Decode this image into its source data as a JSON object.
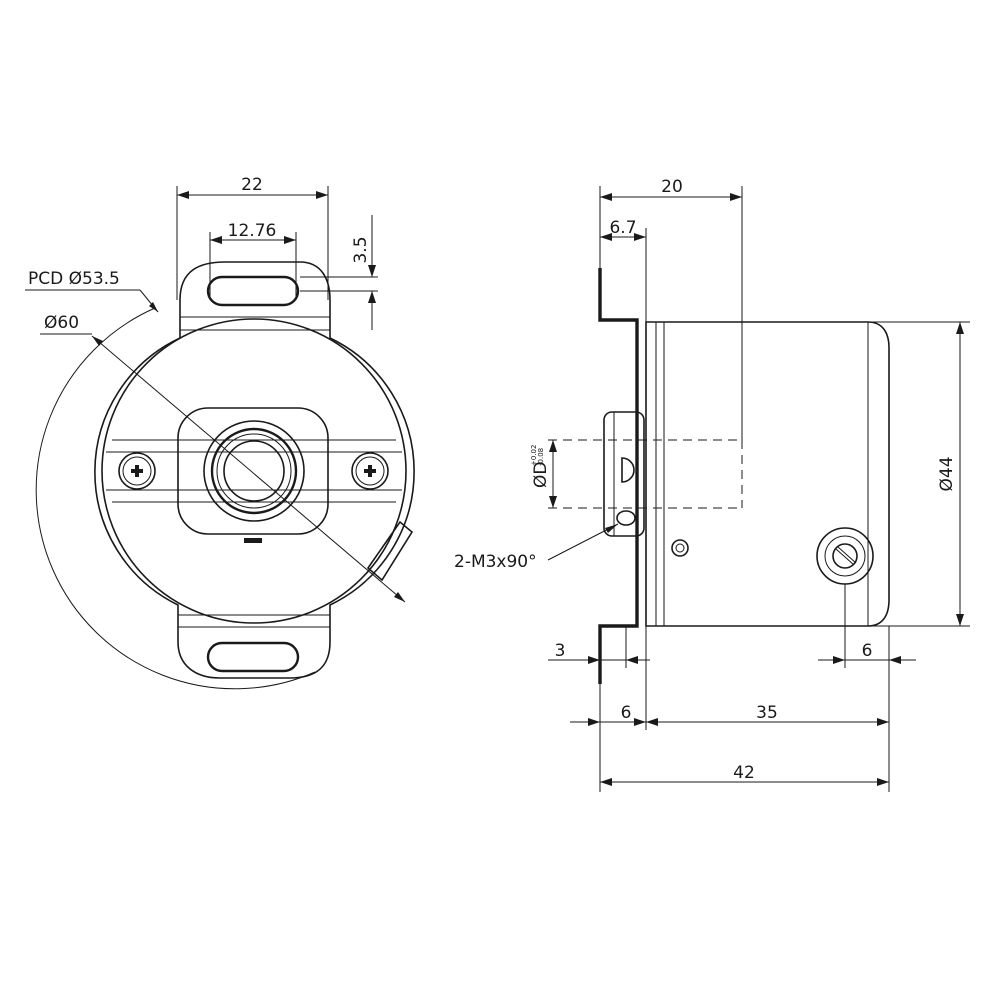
{
  "front_view": {
    "dim_22": "22",
    "dim_12_76": "12.76",
    "dim_3_5": "3.5",
    "pcd_label": "PCD Ø53.5",
    "dia_60_label": "Ø60"
  },
  "side_view": {
    "dim_20": "20",
    "dim_6_7": "6.7",
    "bore_label": "ØD",
    "bore_tol_upper": "+0.02",
    "bore_tol_lower": "-0.08",
    "screw_label": "2-M3x90°",
    "dim_44": "Ø44",
    "dim_3": "3",
    "dim_6_screw": "6",
    "dim_6_flange": "6",
    "dim_35": "35",
    "dim_42": "42"
  }
}
